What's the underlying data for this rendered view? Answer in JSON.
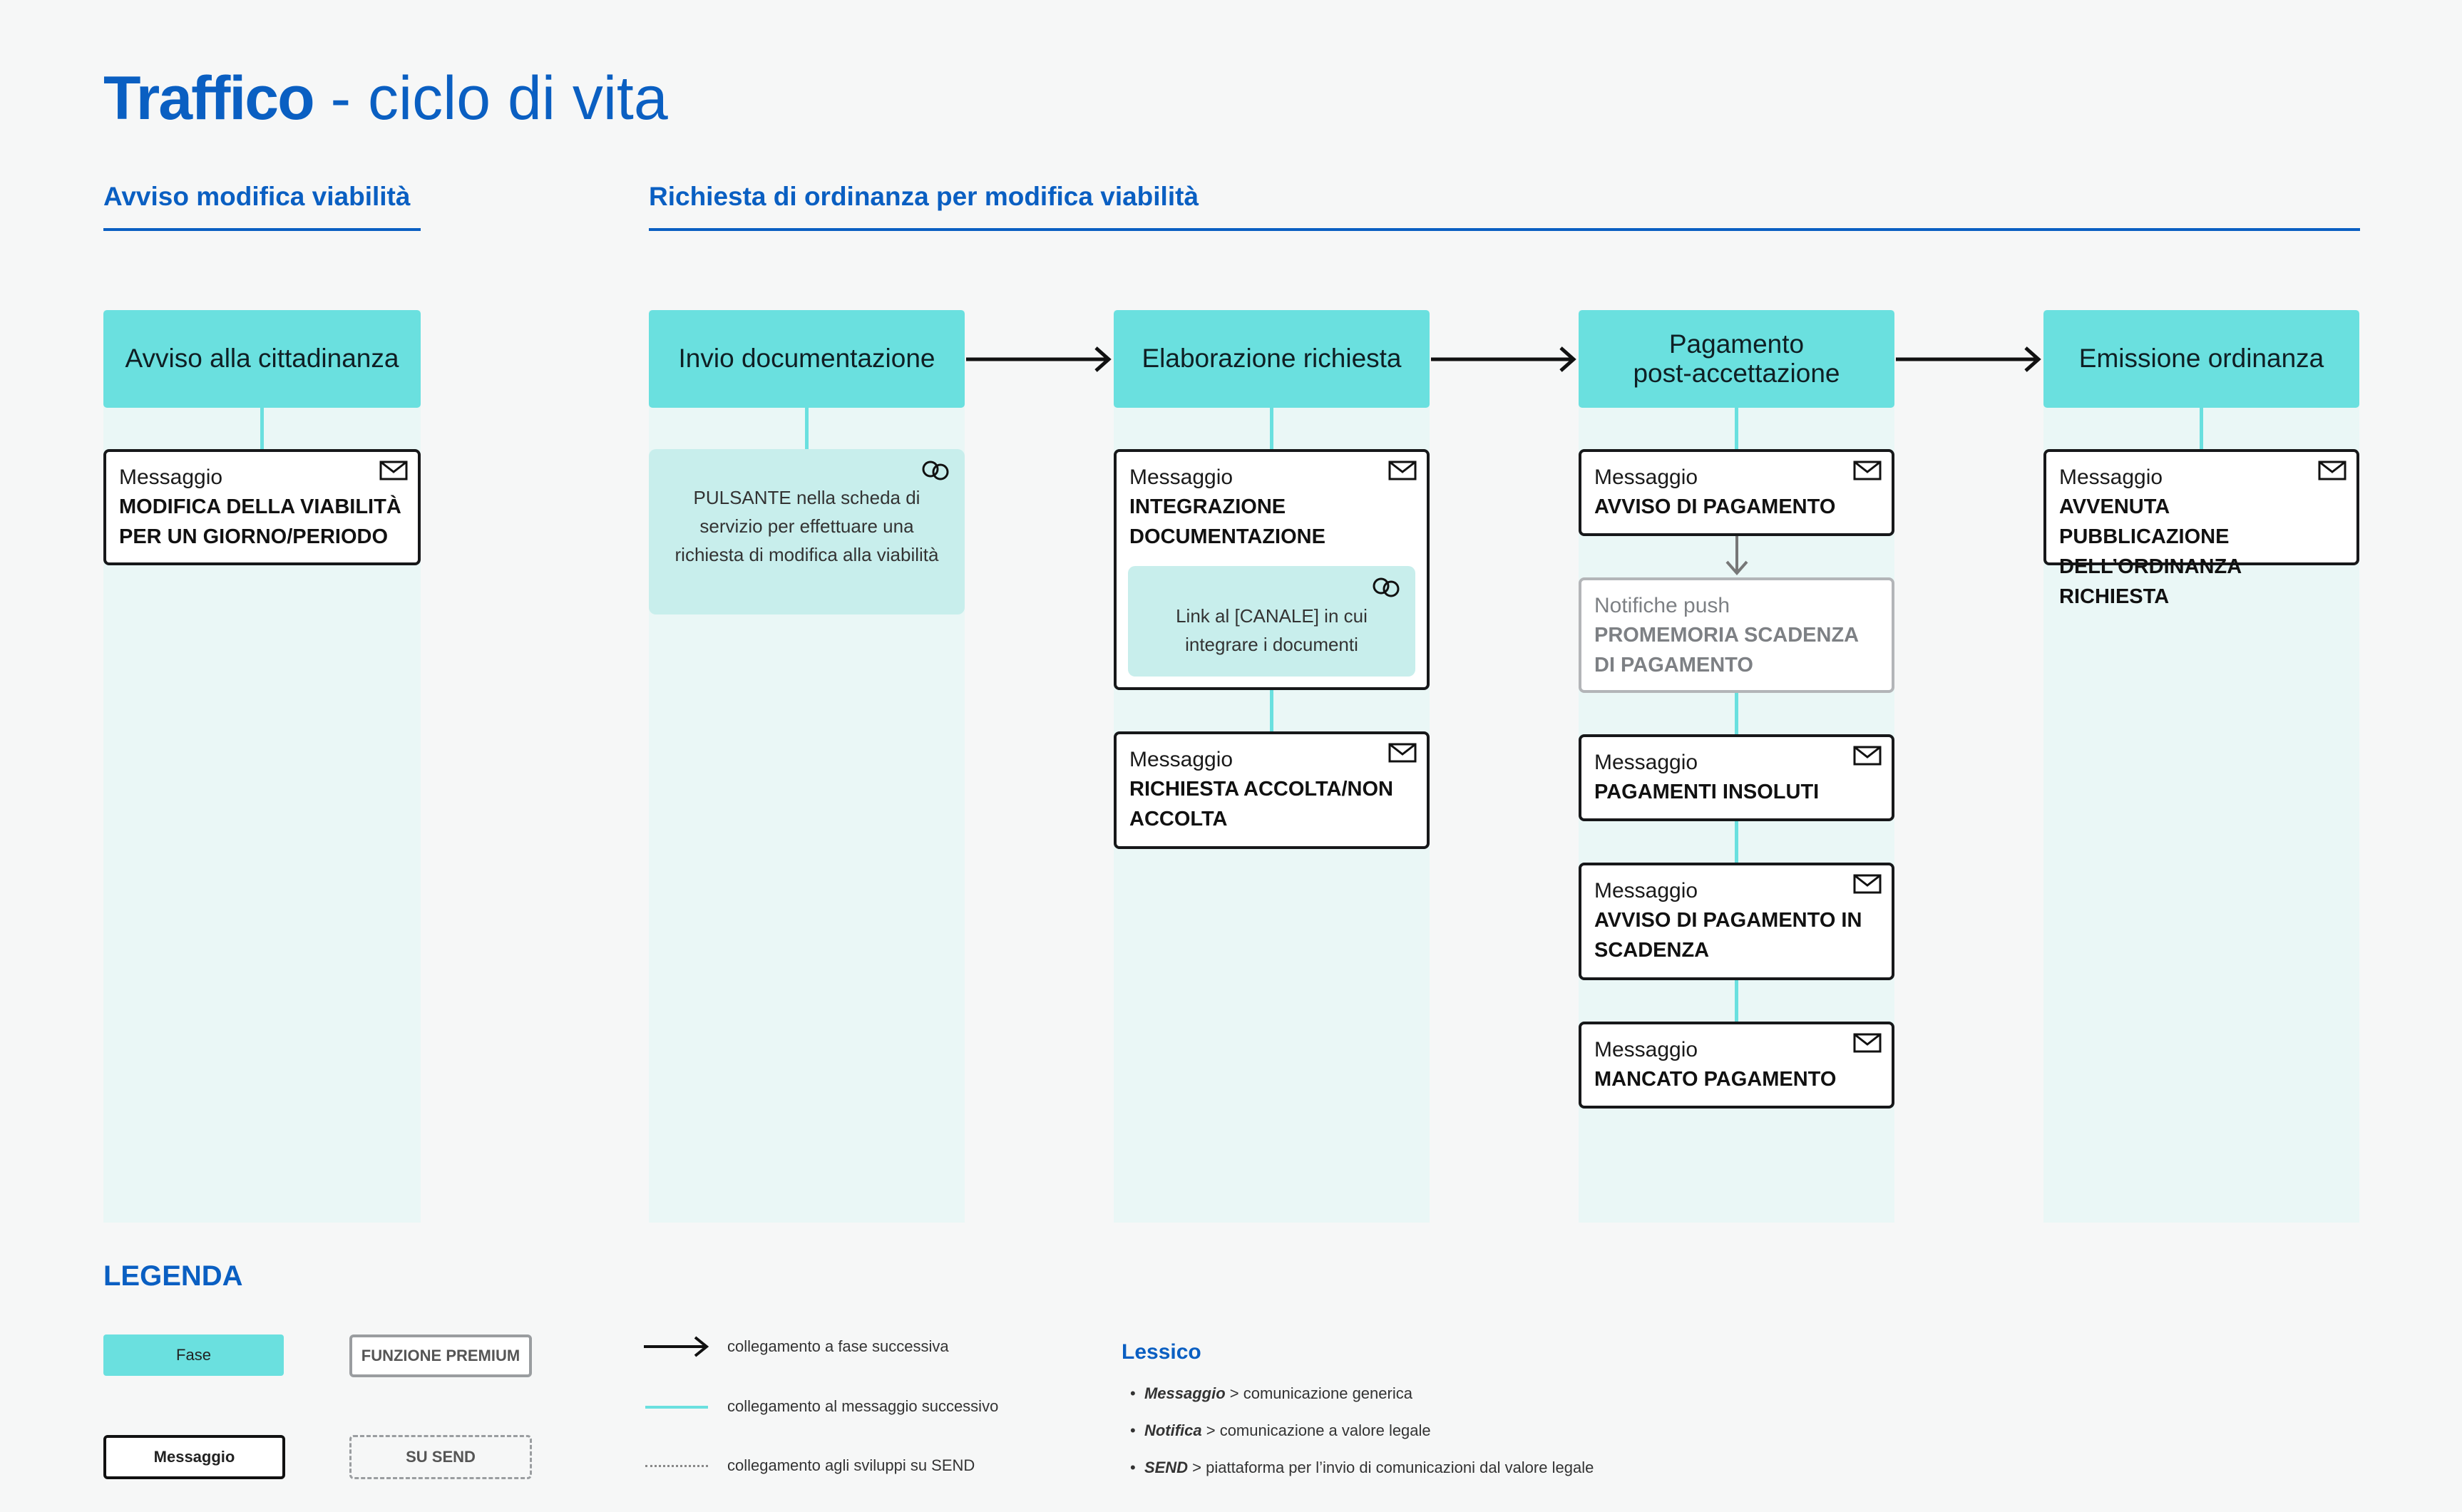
{
  "title": {
    "bold": "Traffico",
    "rest": " - ciclo di vita"
  },
  "sections": [
    {
      "title": "Avviso modifica viabilità"
    },
    {
      "title": "Richiesta di ordinanza per modifica viabilità"
    }
  ],
  "phases": [
    {
      "label": "Avviso alla cittadinanza"
    },
    {
      "label": "Invio documentazione"
    },
    {
      "label": "Elaborazione richiesta"
    },
    {
      "label": "Pagamento\npost-accettazione"
    },
    {
      "label": "Emissione ordinanza"
    }
  ],
  "col1": {
    "msg1": {
      "type": "Messaggio",
      "body": "MODIFICA DELLA VIABILITÀ PER UN GIORNO/PERIODO"
    }
  },
  "col2": {
    "card1": {
      "text": "PULSANTE nella scheda di servizio per effettuare una richiesta di modifica alla viabilità"
    }
  },
  "col3": {
    "msg1": {
      "type": "Messaggio",
      "body": "INTEGRAZIONE DOCUMENTAZIONE"
    },
    "card1": {
      "text": "Link al [CANALE] in cui integrare i documenti"
    },
    "msg2": {
      "type": "Messaggio",
      "body": "RICHIESTA ACCOLTA/NON ACCOLTA"
    }
  },
  "col4": {
    "msg1": {
      "type": "Messaggio",
      "body": "AVVISO DI PAGAMENTO"
    },
    "push": {
      "type": "Notifiche push",
      "body": "PROMEMORIA SCADENZA DI PAGAMENTO"
    },
    "msg2": {
      "type": "Messaggio",
      "body": "PAGAMENTI INSOLUTI"
    },
    "msg3": {
      "type": "Messaggio",
      "body": "AVVISO DI PAGAMENTO IN SCADENZA"
    },
    "msg4": {
      "type": "Messaggio",
      "body": "MANCATO PAGAMENTO"
    }
  },
  "col5": {
    "msg1": {
      "type": "Messaggio",
      "body": "AVVENUTA PUBBLICAZIONE DELL’ORDINANZA RICHIESTA"
    }
  },
  "legend": {
    "title": "LEGENDA",
    "fase": "Fase",
    "premium": "FUNZIONE PREMIUM",
    "messaggio": "Messaggio",
    "send": "SU SEND",
    "arrow_text": "collegamento a fase successiva",
    "line_text": "collegamento al messaggio successivo",
    "dotted_text": "collegamento agli sviluppi su SEND"
  },
  "lessico": {
    "title": "Lessico",
    "items": [
      {
        "term": "Messaggio",
        "def": " > comunicazione generica"
      },
      {
        "term": "Notifica",
        "def": " > comunicazione a valore legale"
      },
      {
        "term": "SEND",
        "def": " > piattaforma per  l’invio di comunicazioni dal valore legale"
      }
    ]
  },
  "colors": {
    "accent": "#0a5fc2",
    "phase": "#6ae0df",
    "column": "#eaf7f6",
    "card": "#c8eeec"
  },
  "icons": [
    "envelope-icon",
    "link-icon",
    "arrow-right-icon",
    "arrow-down-icon"
  ]
}
